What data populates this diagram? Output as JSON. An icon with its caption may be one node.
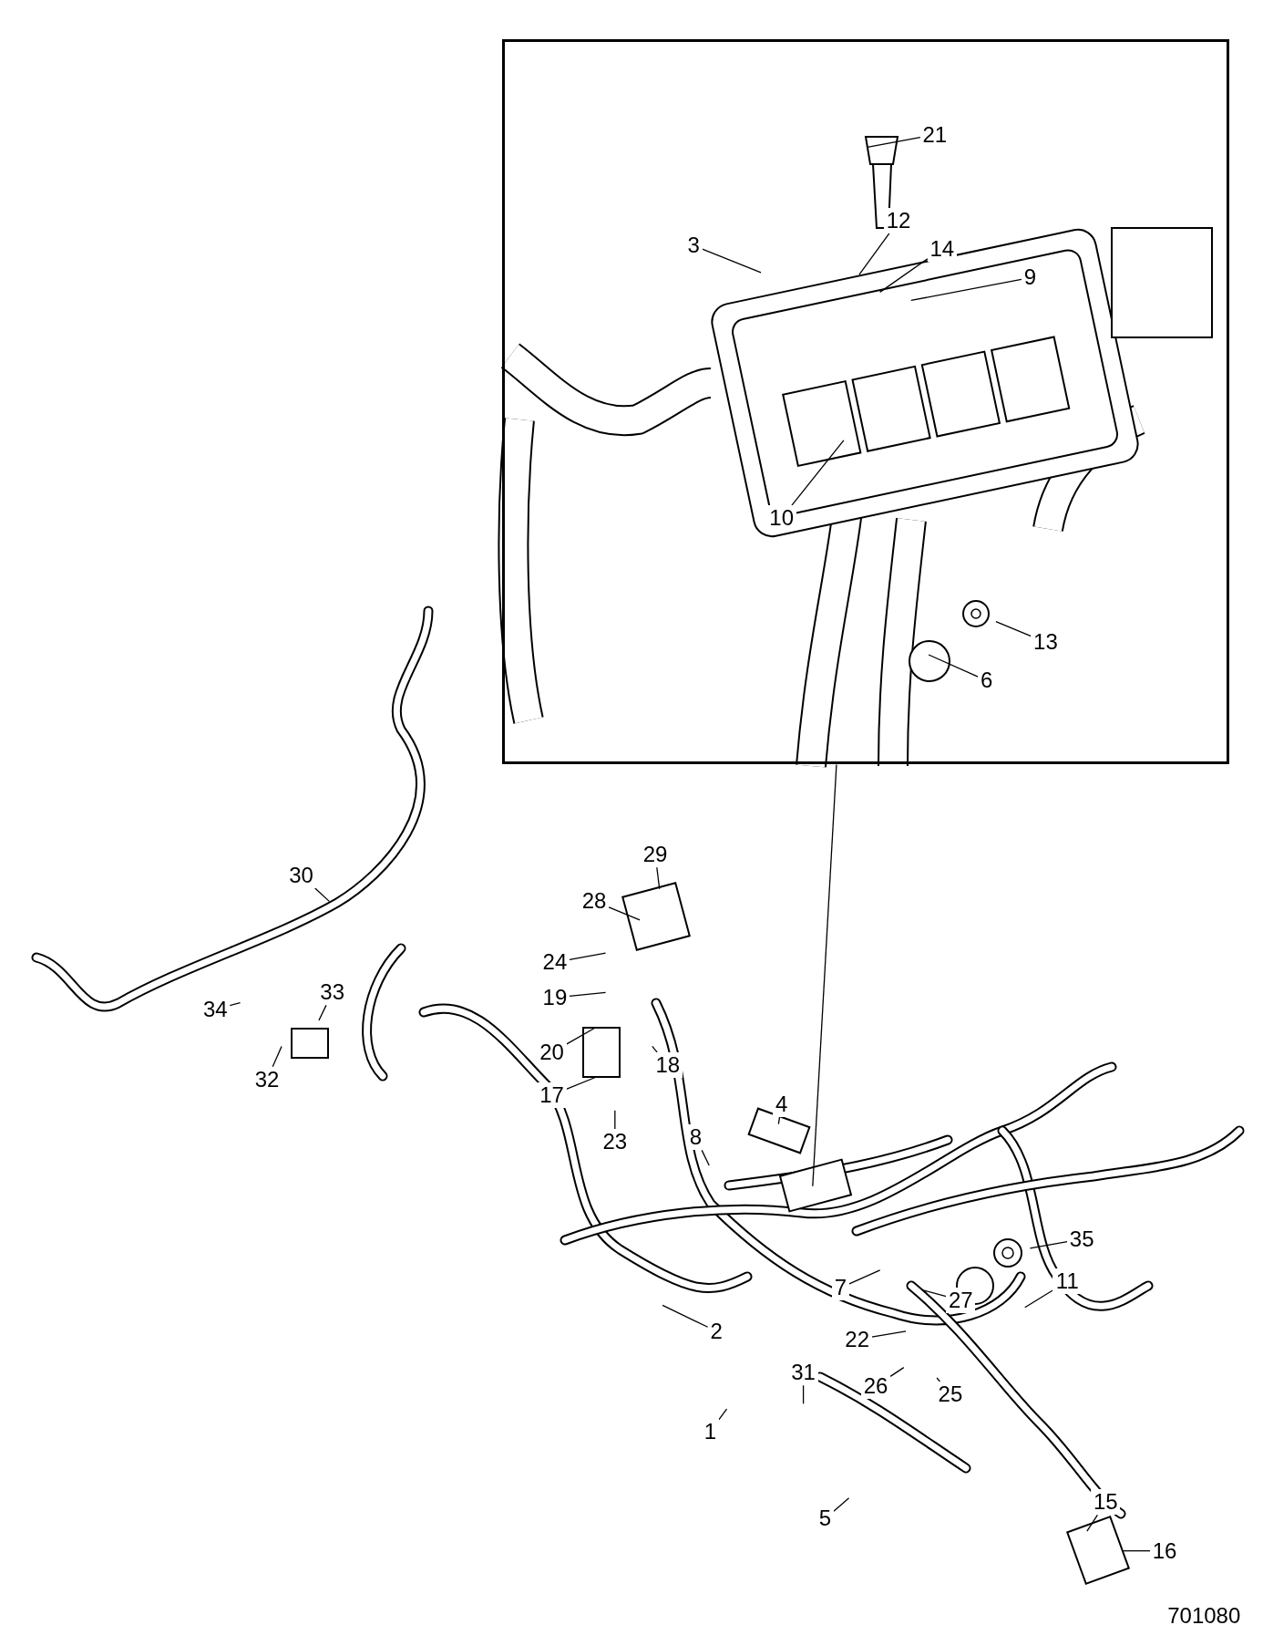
{
  "diagram": {
    "nodes": [
      {
        "text": [],
        "shape": "box"
      },
      {
        "text": [
          "21"
        ],
        "in": 0
      },
      {
        "text": [
          "3"
        ],
        "in": 0
      },
      {
        "text": [
          "12"
        ],
        "in": 0
      },
      {
        "text": [
          "14"
        ],
        "in": 0
      },
      {
        "text": [
          "9"
        ],
        "in": 0
      },
      {
        "text": [
          "10"
        ],
        "in": 0
      },
      {
        "text": [
          "13"
        ],
        "in": 0
      },
      {
        "text": [
          "6"
        ],
        "in": 0
      },
      {
        "text": [
          "29"
        ]
      },
      {
        "text": [
          "30"
        ]
      },
      {
        "text": [
          "28"
        ]
      },
      {
        "text": [
          "24"
        ]
      },
      {
        "text": [
          "19"
        ]
      },
      {
        "text": [
          "33"
        ]
      },
      {
        "text": [
          "34"
        ]
      },
      {
        "text": [
          "20"
        ]
      },
      {
        "text": [
          "18"
        ]
      },
      {
        "text": [
          "32"
        ]
      },
      {
        "text": [
          "17"
        ]
      },
      {
        "text": [
          "4"
        ]
      },
      {
        "text": [
          "23"
        ]
      },
      {
        "text": [
          "8"
        ]
      },
      {
        "text": [
          "35"
        ]
      },
      {
        "text": [
          "7"
        ]
      },
      {
        "text": [
          "27"
        ]
      },
      {
        "text": [
          "11"
        ]
      },
      {
        "text": [
          "2"
        ]
      },
      {
        "text": [
          "22"
        ]
      },
      {
        "text": [
          "26"
        ]
      },
      {
        "text": [
          "25"
        ]
      },
      {
        "text": [
          "31"
        ]
      },
      {
        "text": [
          "1"
        ]
      },
      {
        "text": [
          "15"
        ]
      },
      {
        "text": [
          "16"
        ]
      },
      {
        "text": [
          "5"
        ]
      }
    ],
    "edges": [
      {
        "from": 0,
        "to": null,
        "arrow": "none"
      },
      {
        "from": 1,
        "to": null,
        "arrow": "none"
      },
      {
        "from": 2,
        "to": null,
        "arrow": "none"
      },
      {
        "from": 3,
        "to": null,
        "arrow": "none"
      },
      {
        "from": 4,
        "to": null,
        "arrow": "none"
      },
      {
        "from": 5,
        "to": null,
        "arrow": "none"
      },
      {
        "from": 6,
        "to": null,
        "arrow": "none"
      },
      {
        "from": 7,
        "to": null,
        "arrow": "none"
      },
      {
        "from": 8,
        "to": null,
        "arrow": "none"
      },
      {
        "from": 9,
        "to": null,
        "arrow": "none"
      },
      {
        "from": 10,
        "to": null,
        "arrow": "none"
      },
      {
        "from": 11,
        "to": null,
        "arrow": "none"
      },
      {
        "from": 12,
        "to": null,
        "arrow": "none"
      },
      {
        "from": 13,
        "to": null,
        "arrow": "none"
      },
      {
        "from": 14,
        "to": null,
        "arrow": "none"
      },
      {
        "from": 15,
        "to": null,
        "arrow": "none"
      },
      {
        "from": 16,
        "to": null,
        "arrow": "none"
      },
      {
        "from": 17,
        "to": null,
        "arrow": "none"
      },
      {
        "from": 18,
        "to": null,
        "arrow": "none"
      },
      {
        "from": 19,
        "to": null,
        "arrow": "none"
      },
      {
        "from": 20,
        "to": null,
        "arrow": "none"
      },
      {
        "from": 21,
        "to": null,
        "arrow": "none"
      },
      {
        "from": 22,
        "to": null,
        "arrow": "none"
      },
      {
        "from": 23,
        "to": null,
        "arrow": "none"
      },
      {
        "from": 24,
        "to": null,
        "arrow": "none"
      },
      {
        "from": 25,
        "to": null,
        "arrow": "none"
      },
      {
        "from": 26,
        "to": null,
        "arrow": "none"
      },
      {
        "from": 27,
        "to": null,
        "arrow": "none"
      },
      {
        "from": 28,
        "to": null,
        "arrow": "none"
      },
      {
        "from": 29,
        "to": null,
        "arrow": "none"
      },
      {
        "from": 30,
        "to": null,
        "arrow": "none"
      },
      {
        "from": 31,
        "to": null,
        "arrow": "none"
      },
      {
        "from": 32,
        "to": null,
        "arrow": "none"
      },
      {
        "from": 33,
        "to": null,
        "arrow": "none"
      },
      {
        "from": 34,
        "to": null,
        "arrow": "none"
      },
      {
        "from": 35,
        "to": null,
        "arrow": "none"
      }
    ],
    "labels": [
      "701080"
    ]
  }
}
